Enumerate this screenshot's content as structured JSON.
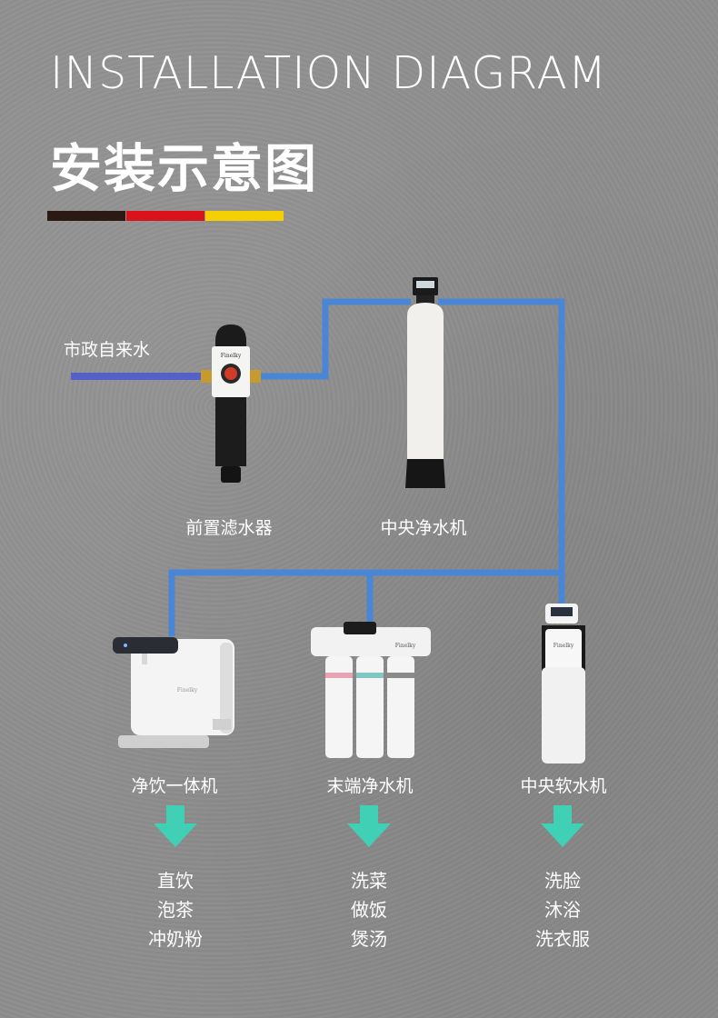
{
  "title_en": "INSTALLATION DIAGRAM",
  "title_cn": "安装示意图",
  "stripe_colors": [
    "#2b1a14",
    "#d9121b",
    "#f5d000"
  ],
  "pipe_colors": {
    "inlet": "#5560c9",
    "main": "#4a86d6"
  },
  "arrow_color": "#3fd0b5",
  "source_label": "市政自来水",
  "devices": {
    "pre_filter": {
      "label": "前置滤水器",
      "brand": "Finelky"
    },
    "central_purifier": {
      "label": "中央净水机"
    },
    "dispenser": {
      "label": "净饮一体机",
      "brand": "Finelky"
    },
    "terminal_purifier": {
      "label": "末端净水机",
      "brand": "Finelky"
    },
    "softener": {
      "label": "中央软水机",
      "brand": "Finelky"
    }
  },
  "uses": {
    "dispenser": [
      "直饮",
      "泡茶",
      "冲奶粉"
    ],
    "terminal_purifier": [
      "洗菜",
      "做饭",
      "煲汤"
    ],
    "softener": [
      "洗脸",
      "沐浴",
      "洗衣服"
    ]
  }
}
